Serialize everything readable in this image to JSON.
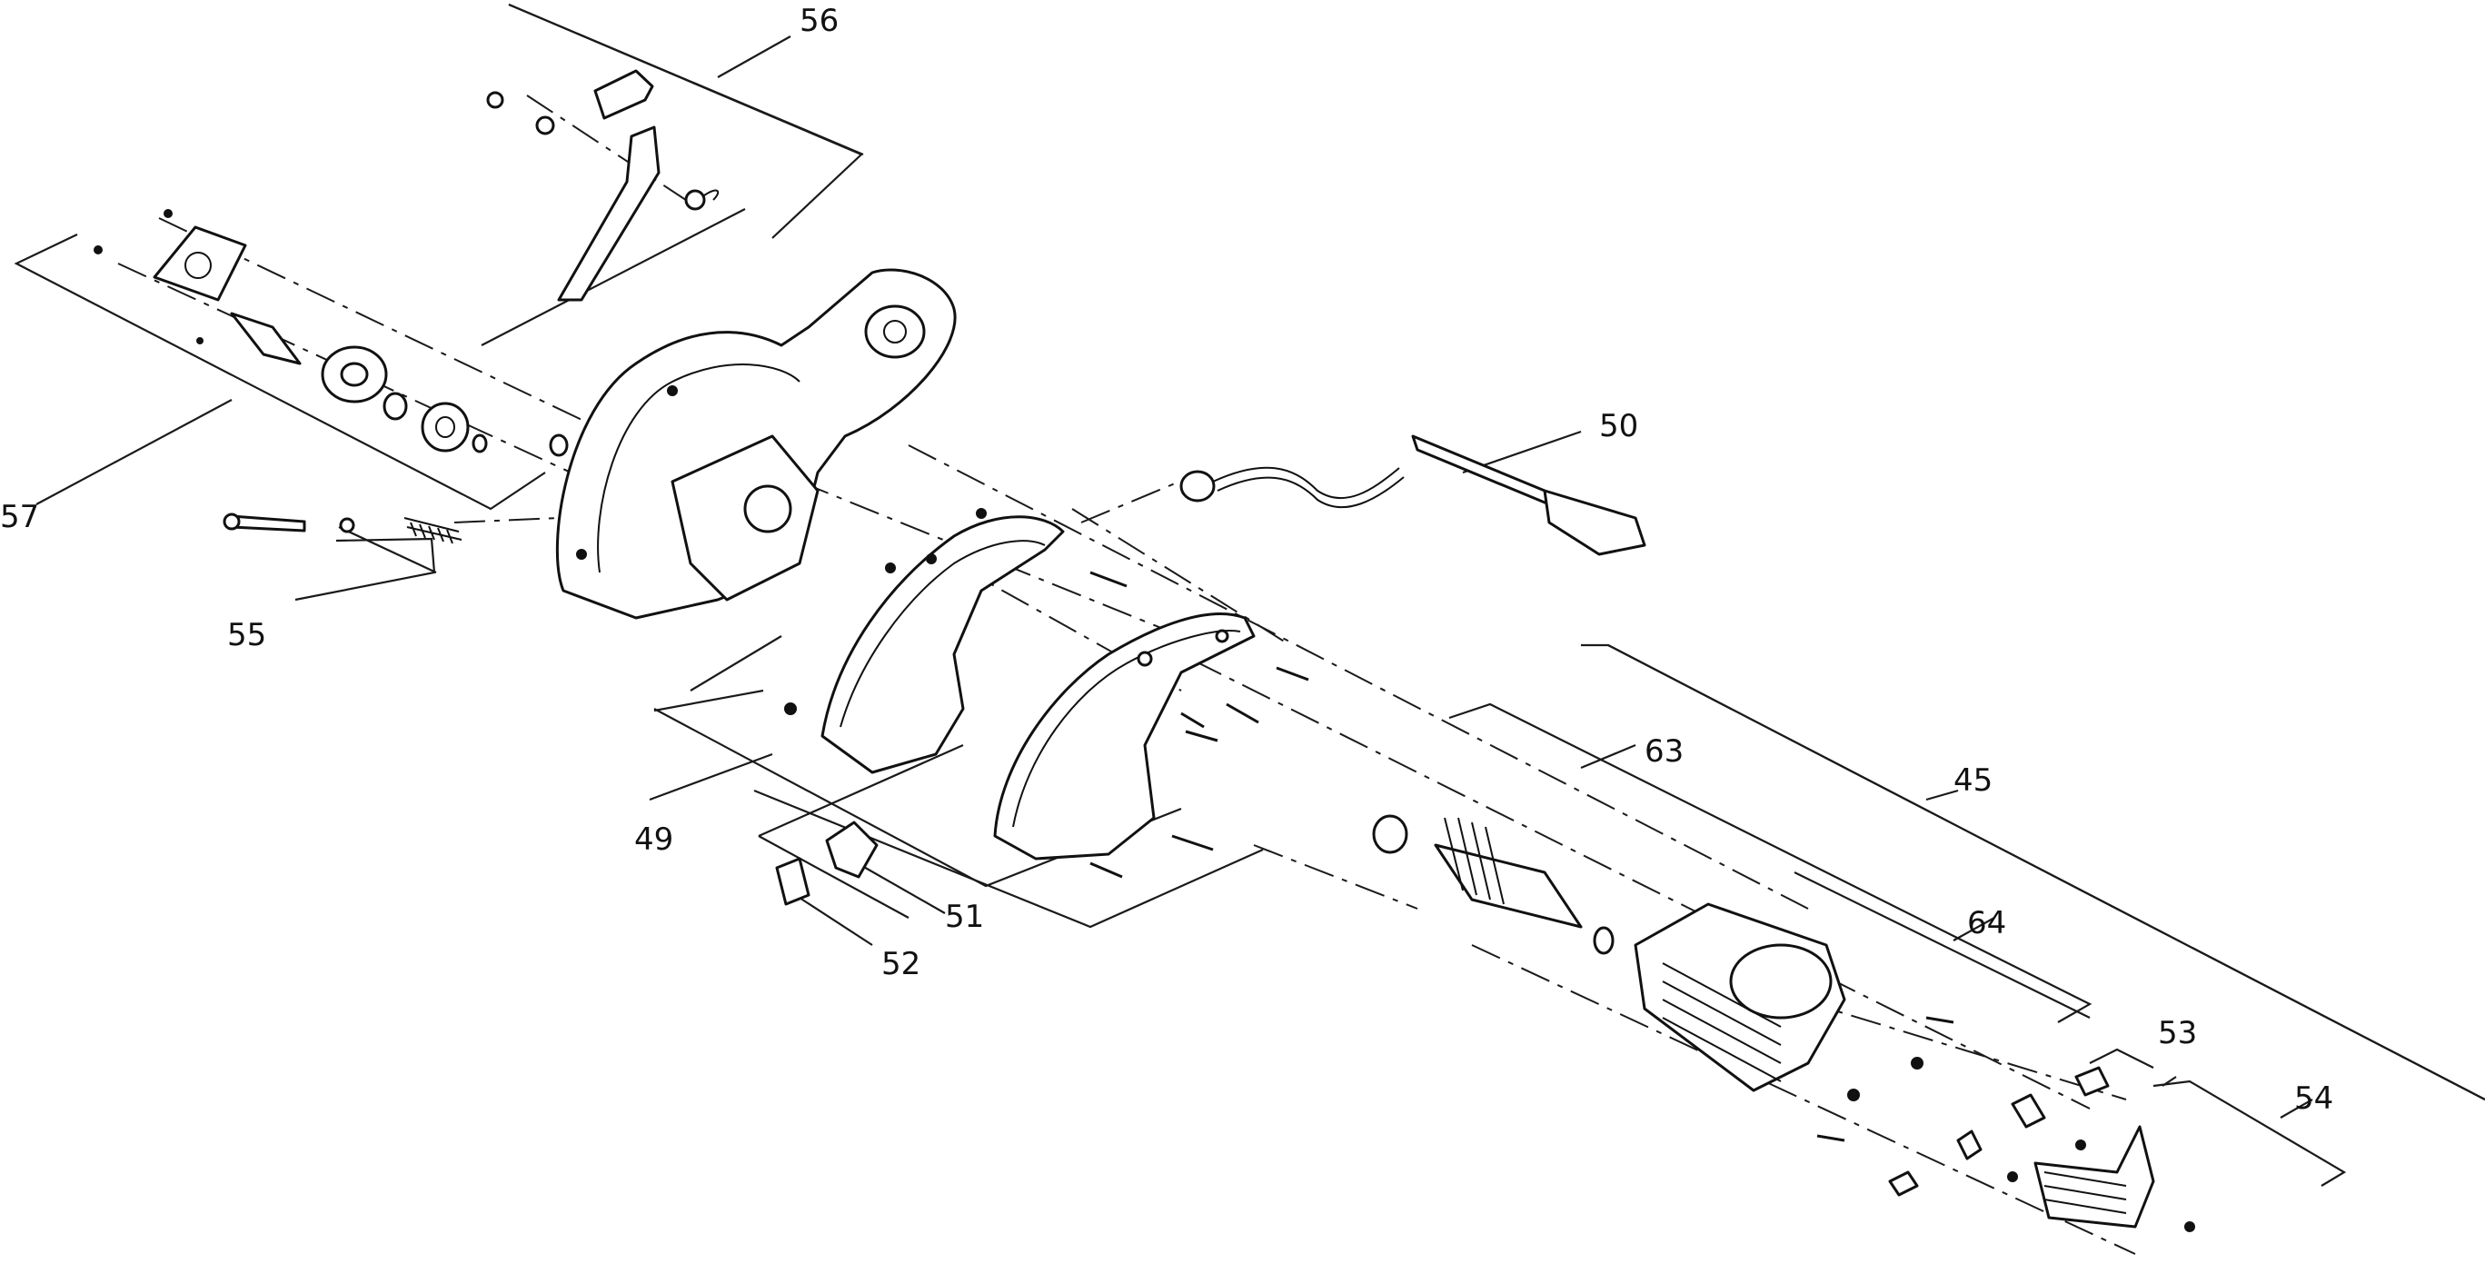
{
  "callouts": [
    {
      "id": "c56",
      "label": "56"
    },
    {
      "id": "c57",
      "label": "57"
    },
    {
      "id": "c55",
      "label": "55"
    },
    {
      "id": "c50",
      "label": "50"
    },
    {
      "id": "c49",
      "label": "49"
    },
    {
      "id": "c51",
      "label": "51"
    },
    {
      "id": "c52",
      "label": "52"
    },
    {
      "id": "c63",
      "label": "63"
    },
    {
      "id": "c45",
      "label": "45"
    },
    {
      "id": "c64",
      "label": "64"
    },
    {
      "id": "c53",
      "label": "53"
    },
    {
      "id": "c54",
      "label": "54"
    }
  ]
}
